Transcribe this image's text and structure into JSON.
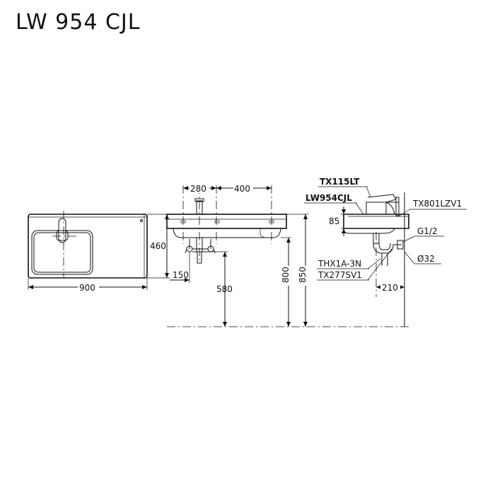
{
  "title": "LW 954 CJL",
  "dimensions": {
    "width_900": "900",
    "depth_460": "460",
    "faucet_280": "280",
    "hole_400": "400",
    "trap_150": "150",
    "height_580": "580",
    "height_800": "800",
    "height_850": "850",
    "rim_85": "85",
    "offset_210": "210"
  },
  "parts": {
    "faucet": "TX115LT",
    "basin": "LW954CJL",
    "valve": "TX801LZV1",
    "thread": "G1/2",
    "pipe": "Ø32",
    "trap": "THX1A-3N",
    "stop": "TX277SV1"
  }
}
